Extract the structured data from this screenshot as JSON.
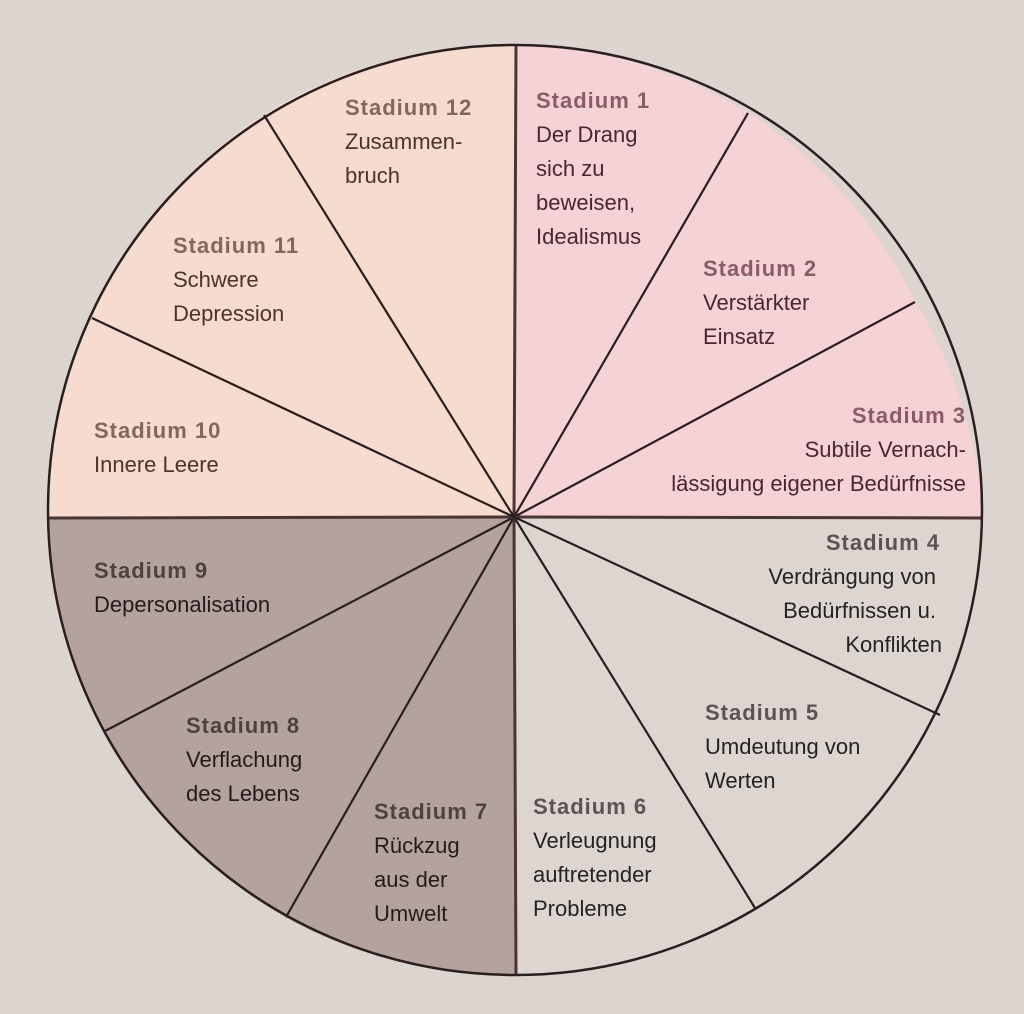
{
  "diagram": {
    "type": "cycle-wheel",
    "colors": {
      "background": "#dcd5cf",
      "pink": "#f4d2d6",
      "peach": "#f6dccf",
      "light": "#ddd6d0",
      "dark": "#b4a29e",
      "outline": "#2a1e1e"
    },
    "stages": [
      {
        "heading": "Stadium 1",
        "lines": [
          "Der Drang",
          "sich zu",
          "beweisen,",
          "Idealismus"
        ],
        "group": "pink"
      },
      {
        "heading": "Stadium 2",
        "lines": [
          "Verstärkter",
          "Einsatz"
        ],
        "group": "pink"
      },
      {
        "heading": "Stadium 3",
        "lines": [
          "Subtile Vernach-",
          "lässigung eigener Bedürfnisse"
        ],
        "group": "pink"
      },
      {
        "heading": "Stadium 4",
        "lines": [
          "Verdrängung von",
          "Bedürfnissen u.",
          "Konflikten"
        ],
        "group": "light"
      },
      {
        "heading": "Stadium 5",
        "lines": [
          "Umdeutung von",
          "Werten"
        ],
        "group": "light"
      },
      {
        "heading": "Stadium 6",
        "lines": [
          "Verleugnung",
          "auftretender",
          "Probleme"
        ],
        "group": "light"
      },
      {
        "heading": "Stadium 7",
        "lines": [
          "Rückzug",
          "aus der",
          "Umwelt"
        ],
        "group": "dark"
      },
      {
        "heading": "Stadium 8",
        "lines": [
          "Verflachung",
          "des Lebens"
        ],
        "group": "dark"
      },
      {
        "heading": "Stadium 9",
        "lines": [
          "Depersonalisation"
        ],
        "group": "dark"
      },
      {
        "heading": "Stadium 10",
        "lines": [
          "Innere Leere"
        ],
        "group": "peach"
      },
      {
        "heading": "Stadium 11",
        "lines": [
          "Schwere",
          "Depression"
        ],
        "group": "peach"
      },
      {
        "heading": "Stadium 12",
        "lines": [
          "Zusammen-",
          "bruch"
        ],
        "group": "peach"
      }
    ]
  }
}
